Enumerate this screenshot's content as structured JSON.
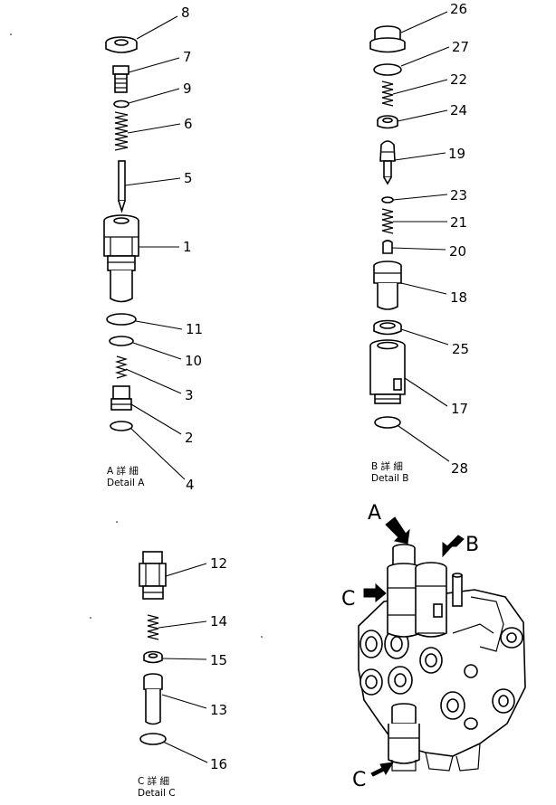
{
  "part_numbers": {
    "p1": "1",
    "p2": "2",
    "p3": "3",
    "p4": "4",
    "p5": "5",
    "p6": "6",
    "p7": "7",
    "p8": "8",
    "p9": "9",
    "p10": "10",
    "p11": "11",
    "p12": "12",
    "p13": "13",
    "p14": "14",
    "p15": "15",
    "p16": "16",
    "p17": "17",
    "p18": "18",
    "p19": "19",
    "p20": "20",
    "p21": "21",
    "p22": "22",
    "p23": "23",
    "p24": "24",
    "p25": "25",
    "p26": "26",
    "p27": "27",
    "p28": "28"
  },
  "captions": {
    "detail_a_jp": "A 詳 細",
    "detail_a_en": "Detail A",
    "detail_b_jp": "B 詳 細",
    "detail_b_en": "Detail B",
    "detail_c_jp": "C 詳 細",
    "detail_c_en": "Detail C"
  },
  "callouts": {
    "a": "A",
    "b": "B",
    "c_upper": "C",
    "c_lower": "C"
  }
}
